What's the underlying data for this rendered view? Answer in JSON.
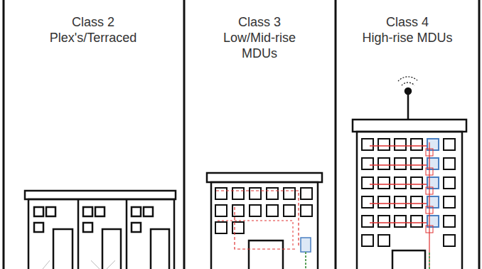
{
  "diagram": {
    "labels": [
      "Class 2",
      "Plex's/Terraced",
      "Class 3",
      "Low/Mid-rise MDUs",
      "Class 4",
      "High-rise MDUs"
    ]
  }
}
